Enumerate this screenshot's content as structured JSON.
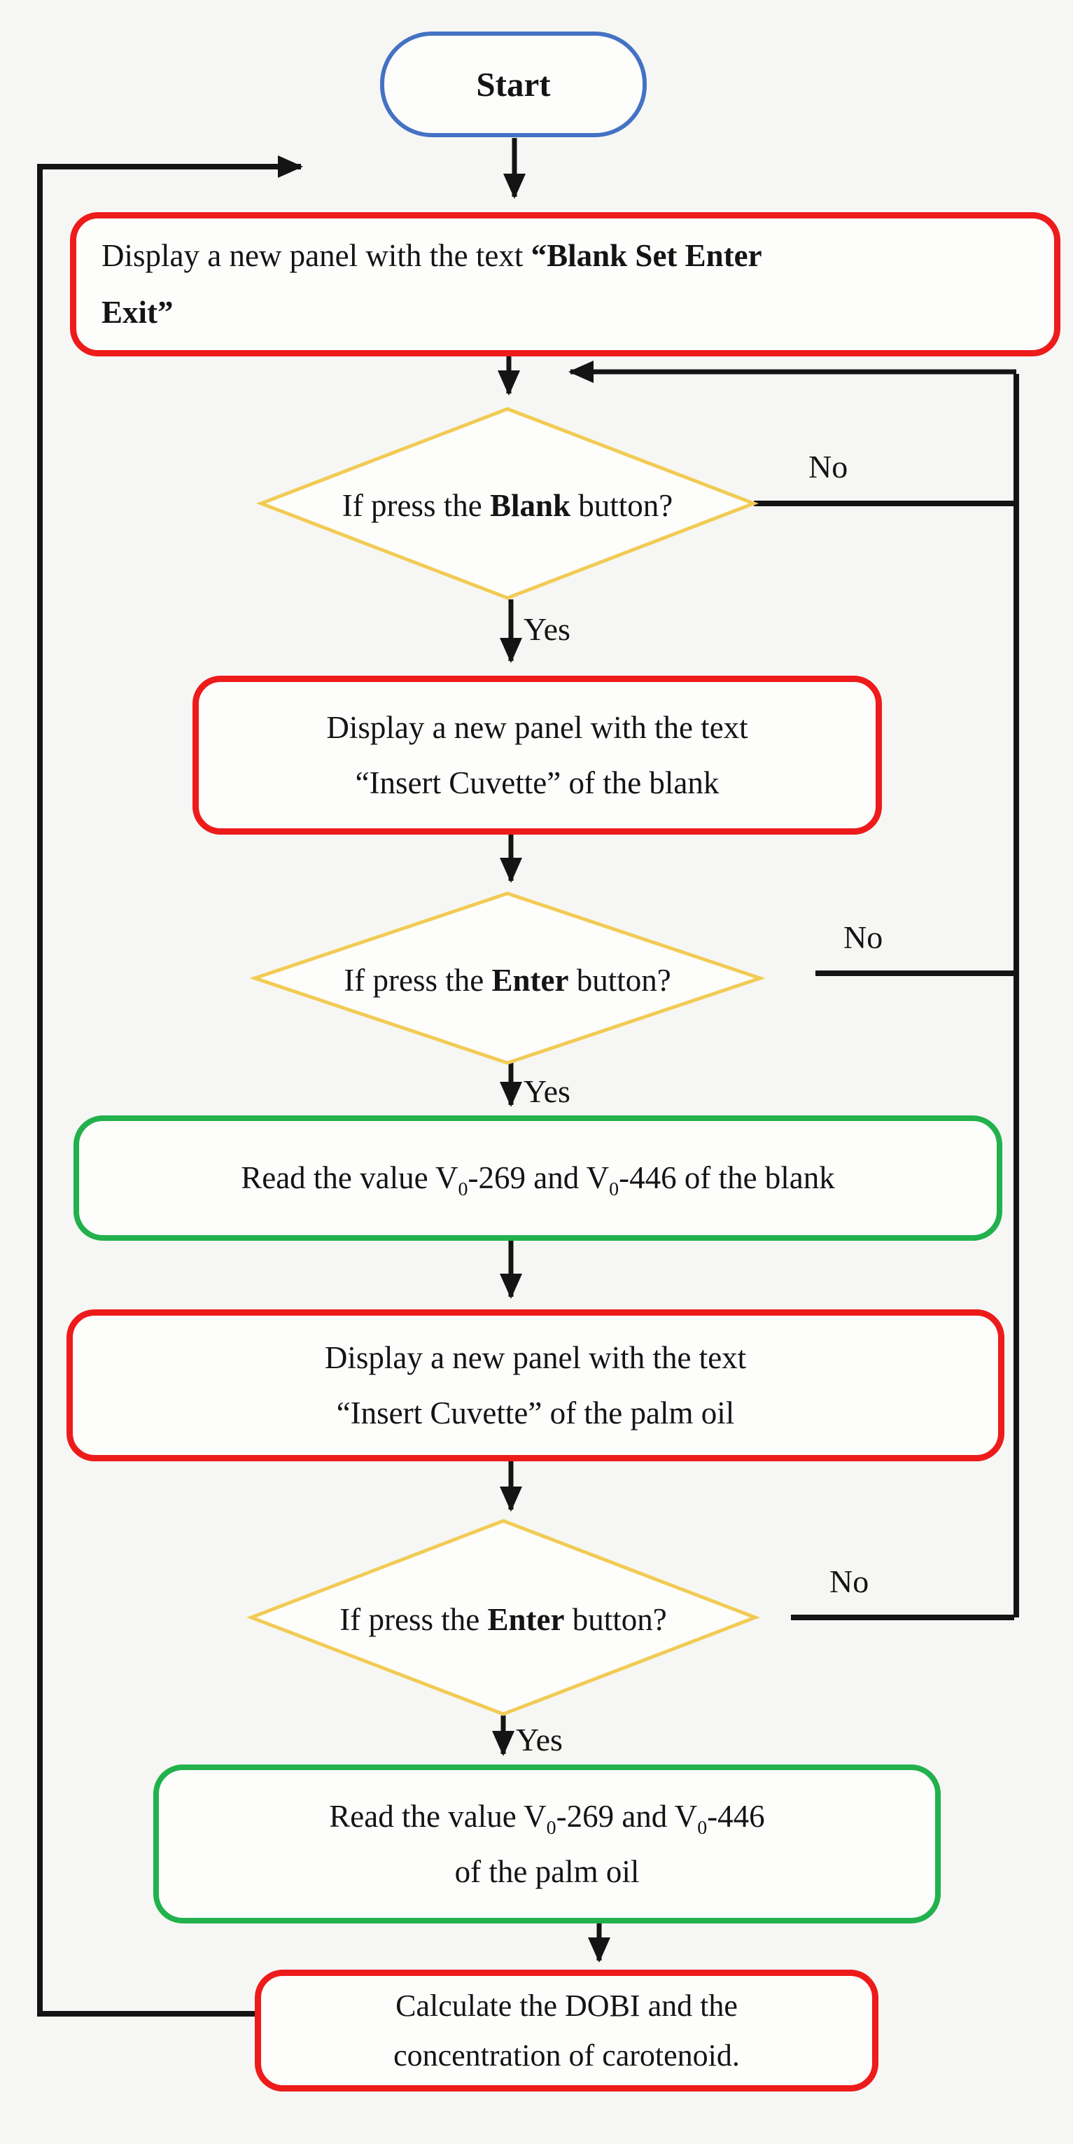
{
  "title": "DOBI measurement flowchart",
  "colors": {
    "red_box_border": "#ee1b1b",
    "green_box_border": "#22b14c",
    "diamond_border": "#f2cb55",
    "start_border": "#4472c4",
    "line": "#141414"
  },
  "nodes": {
    "start": {
      "label": "Start"
    },
    "box1": {
      "pre": "Display a new panel with the text ",
      "bold_line1": "“Blank Set Enter",
      "bold_line2": "Exit”"
    },
    "diamond1": {
      "pre": "If press the ",
      "bold": "Blank",
      "post": " button?"
    },
    "box2": {
      "line1": "Display a new panel with the text",
      "line2": "“Insert Cuvette” of the blank"
    },
    "diamond2": {
      "pre": "If press the ",
      "bold": "Enter",
      "post": " button?"
    },
    "green1": {
      "s1": "Read the value V",
      "sub1": "0",
      "s2": "-269 and V",
      "sub2": "0",
      "s3": "-446 of the blank"
    },
    "box3": {
      "line1": "Display a new panel with the text",
      "line2": "“Insert Cuvette” of the palm oil"
    },
    "diamond3": {
      "pre": "If press the ",
      "bold": "Enter",
      "post": " button?"
    },
    "green2": {
      "s1": "Read the value V",
      "sub1": "0",
      "s2": "-269 and V",
      "sub2": "0",
      "s3": "-446",
      "line2": "of the palm oil"
    },
    "box4": {
      "line1": "Calculate the DOBI and the",
      "line2": "concentration of carotenoid."
    }
  },
  "labels": {
    "yes1": "Yes",
    "yes2": "Yes",
    "yes3": "Yes",
    "no1": "No",
    "no2": "No",
    "no3": "No"
  }
}
